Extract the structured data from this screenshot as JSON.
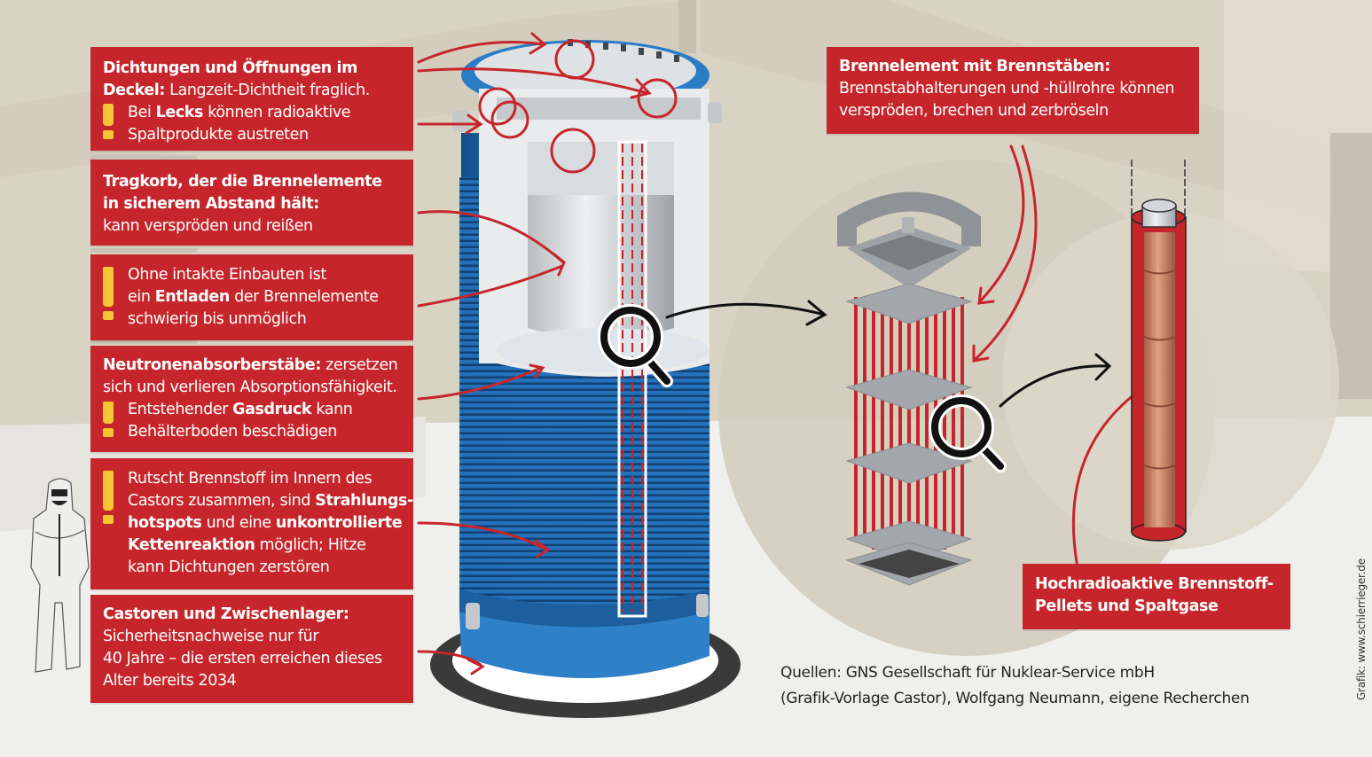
{
  "colors": {
    "callout_red": "#c6262b",
    "warning_yellow": "#f6c535",
    "cask_blue": "#1f6fb8",
    "background_beige": "#d9d3c4",
    "floor_light": "#efefec"
  },
  "callouts_left": [
    {
      "id": "seals",
      "warning": true,
      "lines": [
        [
          {
            "t": "Dichtungen und Öffnungen im",
            "b": true
          }
        ],
        [
          {
            "t": "Deckel:",
            "b": true
          },
          {
            "t": " Langzeit-Dichtheit fraglich."
          }
        ],
        [
          {
            "t": "Bei "
          },
          {
            "t": "Lecks",
            "b": true
          },
          {
            "t": " können radioaktive"
          }
        ],
        [
          {
            "t": "Spaltprodukte austreten"
          }
        ]
      ]
    },
    {
      "id": "basket",
      "warning": false,
      "lines": [
        [
          {
            "t": "Tragkorb, der die Brennelemente",
            "b": true
          }
        ],
        [
          {
            "t": "in sicherem Abstand hält:",
            "b": true
          }
        ],
        [
          {
            "t": "kann verspröden und reißen"
          }
        ]
      ]
    },
    {
      "id": "unloading",
      "warning": true,
      "lines": [
        [
          {
            "t": "Ohne intakte Einbauten ist"
          }
        ],
        [
          {
            "t": "ein "
          },
          {
            "t": "Entladen",
            "b": true
          },
          {
            "t": " der Brennelemente"
          }
        ],
        [
          {
            "t": "schwierig bis unmöglich"
          }
        ]
      ]
    },
    {
      "id": "absorbers",
      "warning": true,
      "lines": [
        [
          {
            "t": "Neutronenabsorberstäbe:",
            "b": true
          },
          {
            "t": " zersetzen"
          }
        ],
        [
          {
            "t": "sich und verlieren Absorptionsfähigkeit."
          }
        ],
        [
          {
            "t": "Entstehender "
          },
          {
            "t": "Gasdruck",
            "b": true
          },
          {
            "t": " kann"
          }
        ],
        [
          {
            "t": "Behälterboden beschädigen"
          }
        ]
      ]
    },
    {
      "id": "fuel-slip",
      "warning": true,
      "lines": [
        [
          {
            "t": "Rutscht Brennstoff im Innern des"
          }
        ],
        [
          {
            "t": "Castors zusammen, sind "
          },
          {
            "t": "Strahlungs-",
            "b": true
          }
        ],
        [
          {
            "t": "hotspots",
            "b": true
          },
          {
            "t": " und eine "
          },
          {
            "t": "unkontrollierte",
            "b": true
          }
        ],
        [
          {
            "t": "Kettenreaktion",
            "b": true
          },
          {
            "t": " möglich; Hitze"
          }
        ],
        [
          {
            "t": "kann Dichtungen zerstören"
          }
        ]
      ]
    },
    {
      "id": "storage",
      "warning": false,
      "lines": [
        [
          {
            "t": "Castoren und Zwischenlager:",
            "b": true
          }
        ],
        [
          {
            "t": "Sicherheitsnachweise nur für"
          }
        ],
        [
          {
            "t": "40 Jahre – die ersten erreichen dieses"
          }
        ],
        [
          {
            "t": "Alter bereits 2034"
          }
        ]
      ]
    }
  ],
  "callout_fuel_assembly": {
    "lines": [
      [
        {
          "t": "Brennelement mit Brennstäben:",
          "b": true
        }
      ],
      [
        {
          "t": "Brennstabhalterungen und -hüllrohre können"
        }
      ],
      [
        {
          "t": "verspröden, brechen und zerbröseln"
        }
      ]
    ]
  },
  "callout_pellets": {
    "lines": [
      [
        {
          "t": "Hochradioaktive Brennstoff-",
          "b": true
        }
      ],
      [
        {
          "t": "Pellets und Spaltgase",
          "b": true
        }
      ]
    ]
  },
  "sources": {
    "line1": "Quellen: GNS Gesellschaft für Nuklear-Service mbH",
    "line2": "(Grafik-Vorlage Castor), Wolfgang Neumann, eigene Recherchen"
  },
  "credit": "Grafik: www.schierrieger.de",
  "icons": {
    "magnifier": "magnifier-icon",
    "warning": "exclamation-icon",
    "worker": "protective-suit-worker-icon"
  }
}
